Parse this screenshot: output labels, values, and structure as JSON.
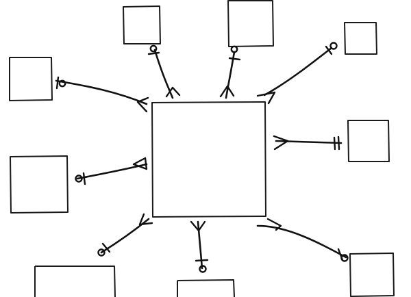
{
  "diagram": {
    "style": "hand-drawn",
    "notation": "crows-foot",
    "stroke_color": "#111111",
    "background": "#ffffff",
    "central_entity": {
      "id": "center"
    },
    "entities": [
      {
        "id": "top-left"
      },
      {
        "id": "top-middle"
      },
      {
        "id": "top-right"
      },
      {
        "id": "left-upper"
      },
      {
        "id": "right-middle"
      },
      {
        "id": "left-lower"
      },
      {
        "id": "bottom-left"
      },
      {
        "id": "bottom-middle"
      },
      {
        "id": "bottom-right"
      }
    ],
    "relationships": [
      {
        "from": "center",
        "to": "top-left",
        "center_end": "many",
        "other_end": "zero-or-one"
      },
      {
        "from": "center",
        "to": "top-middle",
        "center_end": "many",
        "other_end": "zero-or-one"
      },
      {
        "from": "center",
        "to": "top-right",
        "center_end": "many",
        "other_end": "zero-or-one"
      },
      {
        "from": "center",
        "to": "left-upper",
        "center_end": "many",
        "other_end": "zero-or-one"
      },
      {
        "from": "center",
        "to": "right-middle",
        "center_end": "many",
        "other_end": "one"
      },
      {
        "from": "center",
        "to": "left-lower",
        "center_end": "many",
        "other_end": "zero-or-one"
      },
      {
        "from": "center",
        "to": "bottom-left",
        "center_end": "many",
        "other_end": "zero-or-one"
      },
      {
        "from": "center",
        "to": "bottom-middle",
        "center_end": "many",
        "other_end": "zero-or-one"
      },
      {
        "from": "center",
        "to": "bottom-right",
        "center_end": "many",
        "other_end": "zero-or-one"
      }
    ]
  }
}
